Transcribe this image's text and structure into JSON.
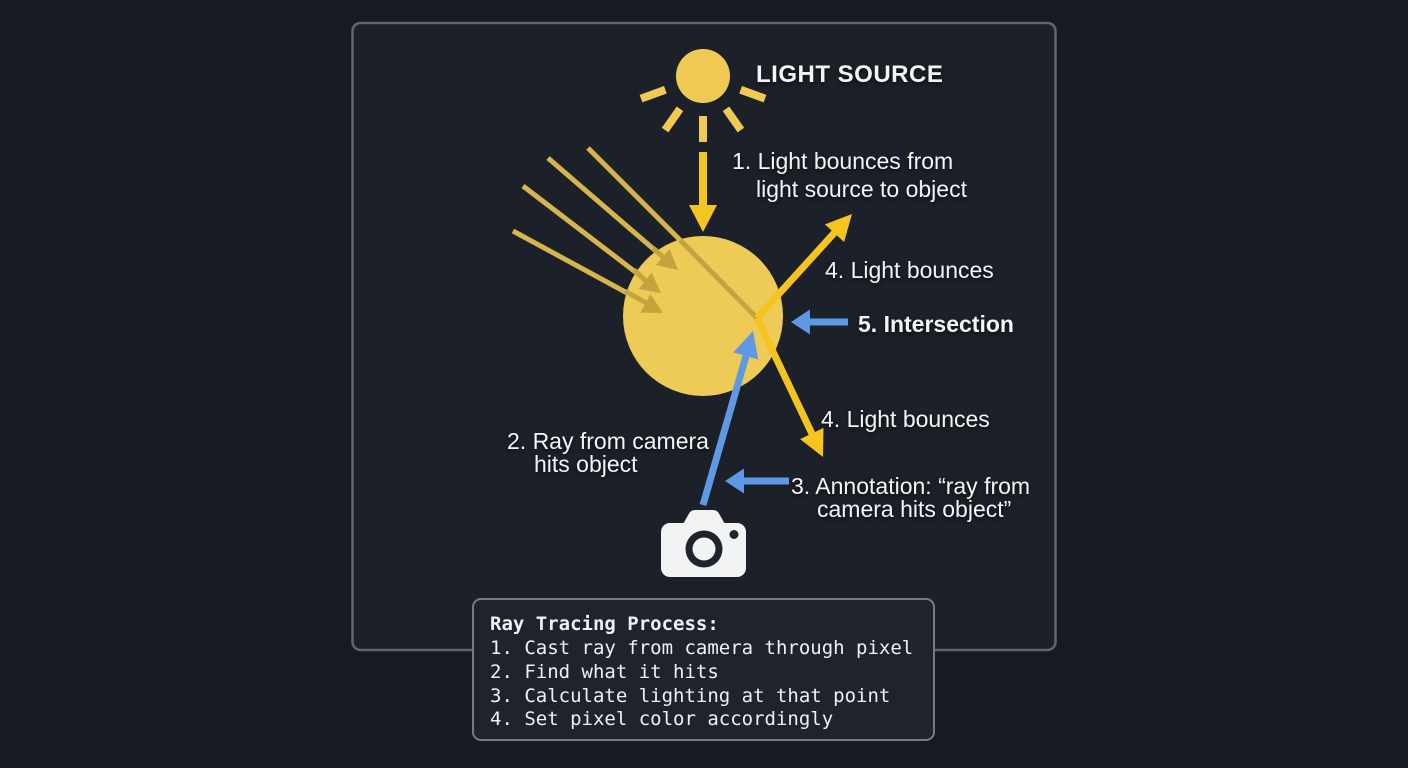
{
  "diagram": {
    "title_label": "LIGHT SOURCE",
    "steps": {
      "step1_line1": "1. Light bounces from",
      "step1_line2": "light source to object",
      "step2_line1": "2. Ray from camera",
      "step2_line2": "hits object",
      "step3_line1": "3. Annotation: “ray from",
      "step3_line2": "camera hits object”",
      "step4_upper": "4. Light bounces",
      "step4_lower": "4. Light bounces",
      "step5": "5. Intersection"
    },
    "icons": {
      "light_source": "sun-icon",
      "camera": "camera-icon"
    },
    "colors": {
      "background": "#171a20",
      "panel_fill": "#1c2028",
      "panel_border": "#5d6671",
      "sun_yellow": "#f0ca52",
      "arrow_yellow": "#f6c41f",
      "ray_yellow": "#d7b54d",
      "ray_yellow_dark": "#c5a43e",
      "sphere_yellow": "#eeca56",
      "arrow_blue": "#5f98e4",
      "camera_white": "#f2f3f5",
      "text_white": "#f3f4f6",
      "process_box_border": "#747c88",
      "process_box_fill": "#1f242c"
    },
    "process_box": {
      "title": "Ray Tracing Process:",
      "lines": [
        "1. Cast ray from camera through pixel",
        "2. Find what it hits",
        "3. Calculate lighting at that point",
        "4. Set pixel color accordingly"
      ]
    }
  }
}
